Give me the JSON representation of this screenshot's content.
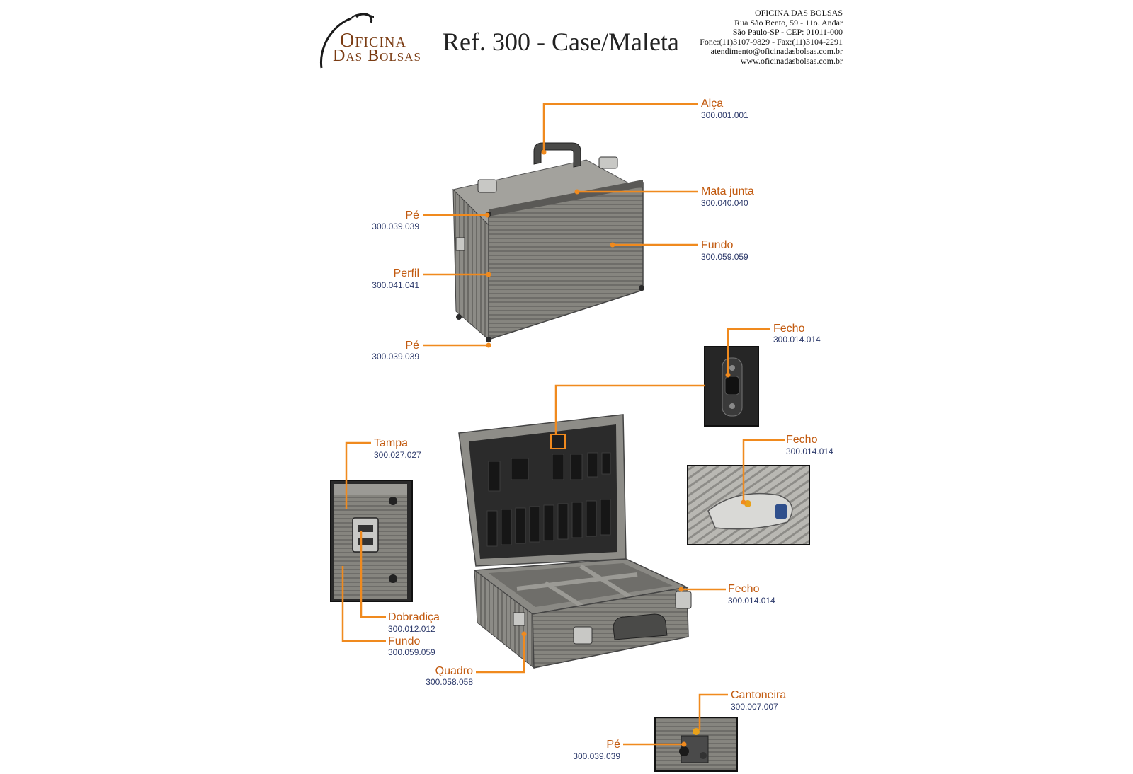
{
  "header": {
    "logo_line1": "Oficina",
    "logo_line2": "Das Bolsas",
    "title": "Ref. 300 - Case/Maleta",
    "contact_lines": [
      "OFICINA DAS BOLSAS",
      "Rua São Bento, 59 - 11o. Andar",
      "São Paulo-SP - CEP: 01011-000",
      "Fone:(11)3107-9829 - Fax:(11)3104-2291",
      "atendimento@oficinadasbolsas.com.br",
      "www.oficinadasbolsas.com.br"
    ]
  },
  "parts": {
    "alca": {
      "name": "Alça",
      "code": "300.001.001"
    },
    "mata_junta": {
      "name": "Mata junta",
      "code": "300.040.040"
    },
    "pe_top": {
      "name": "Pé",
      "code": "300.039.039"
    },
    "fundo_top": {
      "name": "Fundo",
      "code": "300.059.059"
    },
    "perfil": {
      "name": "Perfil",
      "code": "300.041.041"
    },
    "pe_bottom": {
      "name": "Pé",
      "code": "300.039.039"
    },
    "fecho_1": {
      "name": "Fecho",
      "code": "300.014.014"
    },
    "fecho_2": {
      "name": "Fecho",
      "code": "300.014.014"
    },
    "tampa": {
      "name": "Tampa",
      "code": "300.027.027"
    },
    "fecho_3": {
      "name": "Fecho",
      "code": "300.014.014"
    },
    "dobradica": {
      "name": "Dobradiça",
      "code": "300.012.012"
    },
    "fundo_left": {
      "name": "Fundo",
      "code": "300.059.059"
    },
    "quadro": {
      "name": "Quadro",
      "code": "300.058.058"
    },
    "cantoneira": {
      "name": "Cantoneira",
      "code": "300.007.007"
    },
    "pe_corner": {
      "name": "Pé",
      "code": "300.039.039"
    }
  },
  "colors": {
    "accent": "#f08a1e",
    "label": "#c25a0f",
    "code": "#2d3a6b",
    "case_metal": "#7c7b78",
    "case_dark": "#3e3e3e"
  }
}
